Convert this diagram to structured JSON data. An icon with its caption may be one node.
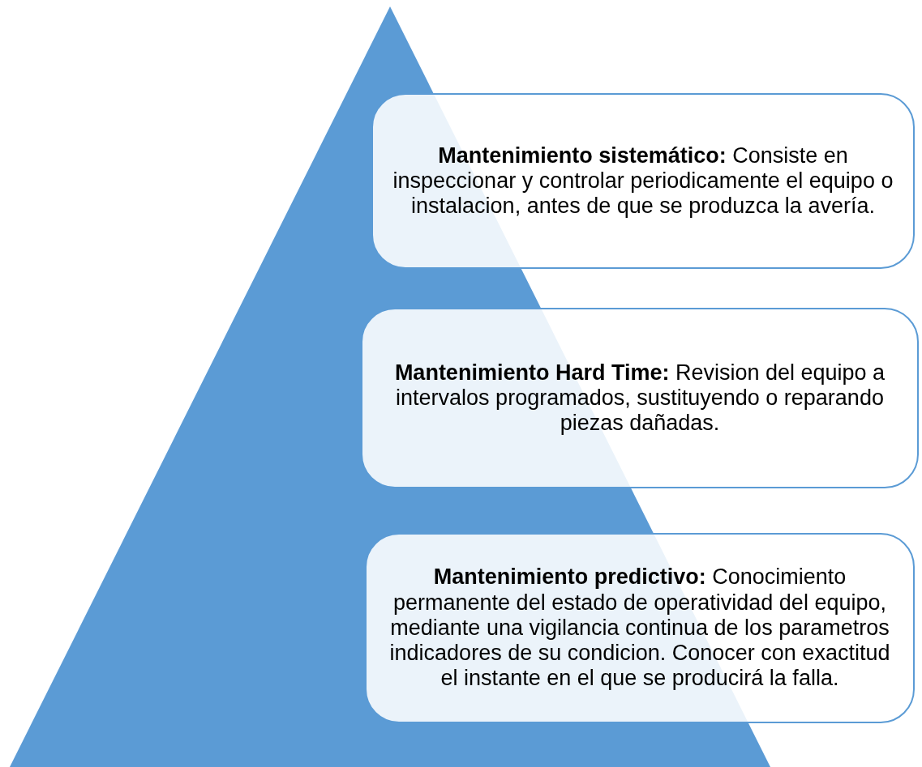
{
  "diagram": {
    "nodes": [
      {
        "text": [
          "**Mantenimiento sistemático:** Consiste en inspeccionar y controlar periodicamente el equipo o instalacion, antes de que se produzca la avería."
        ]
      },
      {
        "text": [
          "**Mantenimiento Hard Time:** Revision del equipo a intervalos programados, sustituyendo o reparando piezas dañadas."
        ]
      },
      {
        "text": [
          "**Mantenimiento predictivo:** Conocimiento permanente del estado de operatividad del equipo, mediante una vigilancia continua de los parametros indicadores de su condicion. Conocer con exactitud el instante en el que se producirá la falla."
        ]
      }
    ]
  }
}
